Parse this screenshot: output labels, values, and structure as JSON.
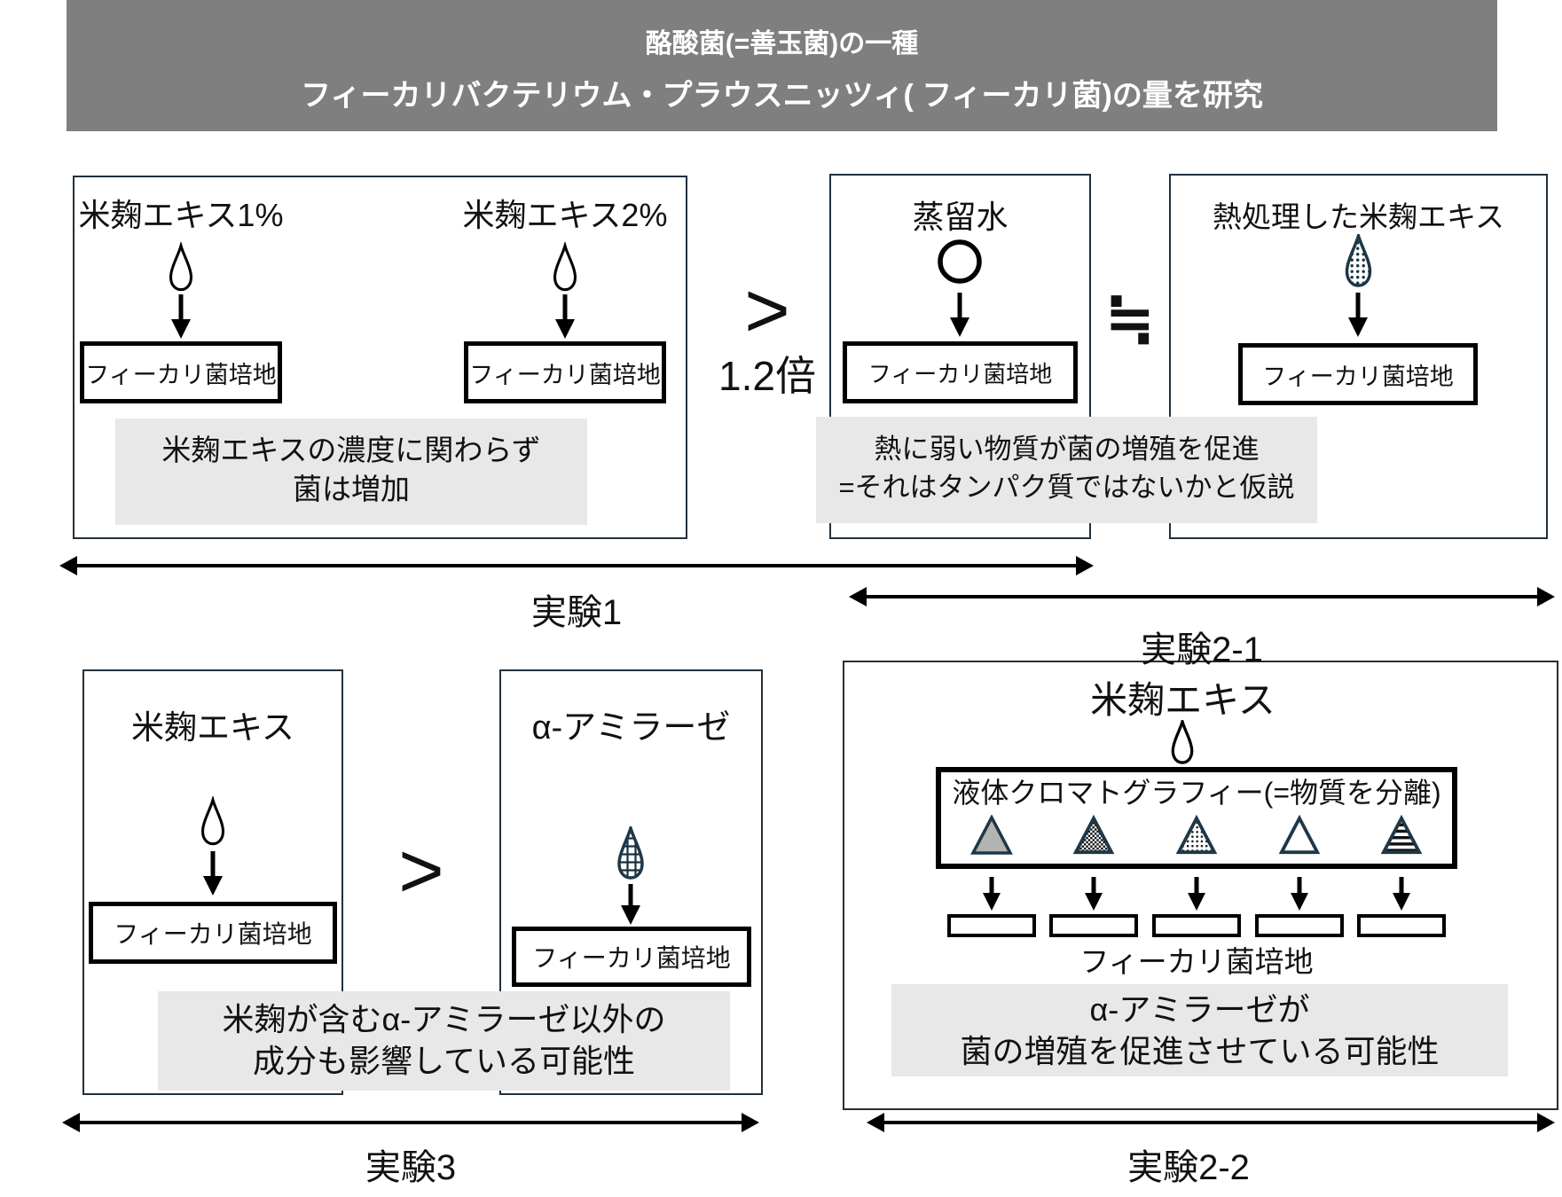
{
  "header": {
    "line1": "酪酸菌(=善玉菌)の一種",
    "line2": "フィーカリバクテリウム・プラウスニッツィ( フィーカリ菌)の量を研究"
  },
  "experiment1": {
    "column1": {
      "label": "米麹エキス1%",
      "medium": "フィーカリ菌培地"
    },
    "column2": {
      "label": "米麹エキス2%",
      "medium": "フィーカリ菌培地"
    },
    "note_line1": "米麹エキスの濃度に関わらず",
    "note_line2": "菌は増加",
    "axis_label": "実験1"
  },
  "comparison1": {
    "symbol": ">",
    "factor": "1.2倍"
  },
  "experiment2_1": {
    "left": {
      "label": "蒸留水",
      "medium": "フィーカリ菌培地"
    },
    "approx_symbol": "≒",
    "right": {
      "label": "熱処理した米麹エキス",
      "medium": "フィーカリ菌培地"
    },
    "note_line1": "熱に弱い物質が菌の増殖を促進",
    "note_line2": "=それはタンパク質ではないかと仮説",
    "axis_label": "実験2-1"
  },
  "experiment3": {
    "left": {
      "label": "米麹エキス",
      "medium": "フィーカリ菌培地"
    },
    "symbol": ">",
    "right": {
      "label": "α-アミラーゼ",
      "medium": "フィーカリ菌培地"
    },
    "note_line1": "米麹が含むα-アミラーゼ以外の",
    "note_line2": "成分も影響している可能性",
    "axis_label": "実験3"
  },
  "experiment2_2": {
    "source_label": "米麹エキス",
    "chromatography_label": "液体クロマトグラフィー(=物質を分離)",
    "fractions": [
      "gray-solid",
      "checker",
      "dense-dots",
      "empty",
      "striped"
    ],
    "medium_label": "フィーカリ菌培地",
    "note_line1": "α-アミラーゼが",
    "note_line2": "菌の増殖を促進させている可能性",
    "axis_label": "実験2-2"
  },
  "colors": {
    "header_bg": "#7f7f7f",
    "panel_border": "#22303c",
    "accent_navy": "#1f3747",
    "note_bg": "#e8e8e8",
    "triangle_gray": "#b3b3b3"
  }
}
